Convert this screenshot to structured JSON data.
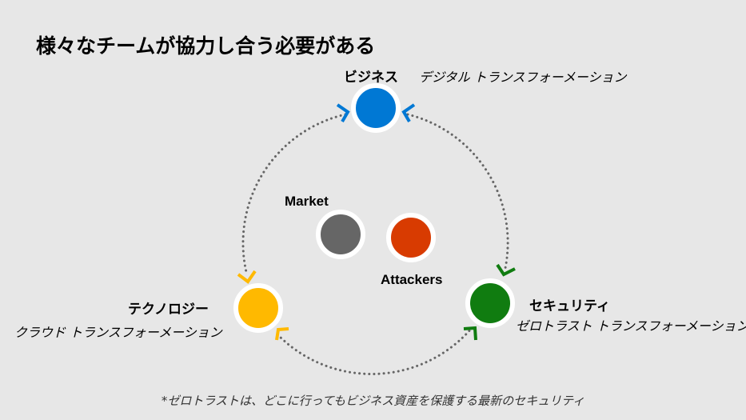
{
  "title": "様々なチームが協力し合う必要がある",
  "nodes": {
    "business": {
      "label": "ビジネス",
      "subtitle": "デジタル トランスフォーメーション",
      "color": "#0078d4"
    },
    "technology": {
      "label": "テクノロジー",
      "subtitle": "クラウド トランスフォーメーション",
      "color": "#ffb900"
    },
    "security": {
      "label": "セキュリティ",
      "subtitle": "ゼロトラスト トランスフォーメーション*",
      "color": "#107c10"
    },
    "market": {
      "label": "Market",
      "color": "#666666"
    },
    "attackers": {
      "label": "Attackers",
      "color": "#d83b01"
    }
  },
  "footnote": "*ゼロトラストは、どこに行ってもビジネス資産を保護する最新のセキュリティ"
}
